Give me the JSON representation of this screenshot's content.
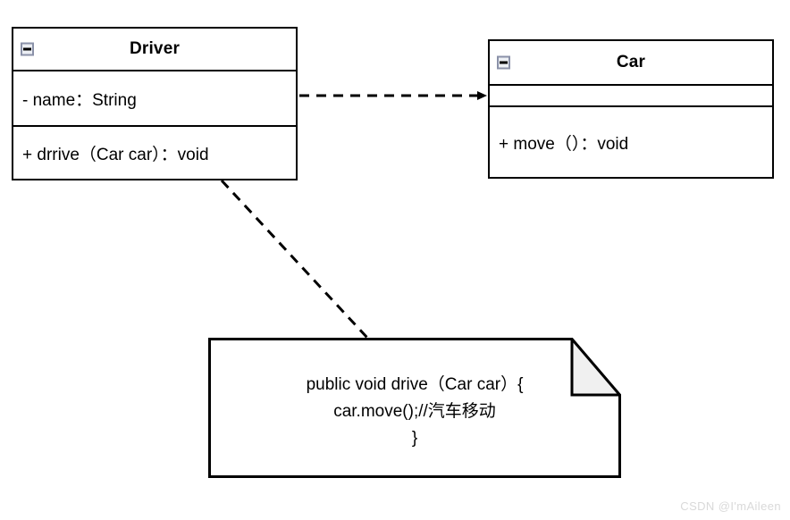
{
  "diagram": {
    "type": "uml-class-diagram",
    "background": "#ffffff",
    "stroke_color": "#000000",
    "note_fold_fill": "#f0f0f0",
    "collapse_icon_border": "#8a91a8",
    "collapse_icon_fill": "#eceff4"
  },
  "classes": [
    {
      "id": "driver",
      "name": "Driver",
      "collapse_icon": "minus-box-icon",
      "attributes": [
        "- name：String"
      ],
      "operations": [
        "+ drrive（Car car）：void"
      ]
    },
    {
      "id": "car",
      "name": "Car",
      "collapse_icon": "minus-box-icon",
      "attributes": [
        ""
      ],
      "operations": [
        "+ move（）：void"
      ]
    }
  ],
  "note": {
    "id": "drive-body-note",
    "lines": [
      "public void drive（Car car）{",
      "car.move();//汽车移动",
      "}"
    ]
  },
  "relationships": [
    {
      "id": "driver-depends-on-car",
      "kind": "dependency",
      "style": "dashed",
      "arrowhead": "filled-triangle",
      "from": "driver",
      "to": "car",
      "label": ""
    },
    {
      "id": "driver-note-anchor",
      "kind": "note-anchor",
      "style": "dashed",
      "arrowhead": "none",
      "from": "driver",
      "to": "drive-body-note",
      "label": ""
    }
  ],
  "watermark": {
    "text": "CSDN @I'mAileen"
  }
}
